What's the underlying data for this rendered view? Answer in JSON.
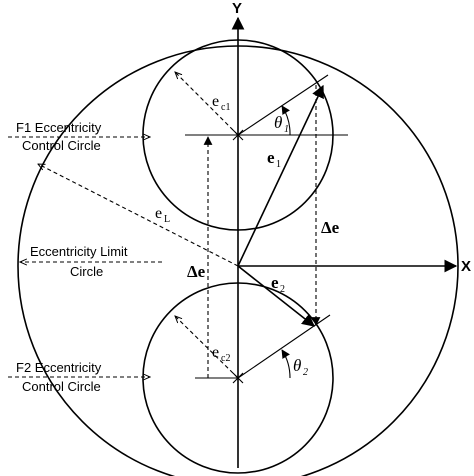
{
  "axes": {
    "x": "X",
    "y": "Y"
  },
  "labels": {
    "f1_line1": "F1 Eccentricity",
    "f1_line2": "Control Circle",
    "limit_line1": "Eccentricity Limit",
    "limit_line2": "Circle",
    "f2_line1": "F2 Eccentricity",
    "f2_line2": "Control Circle"
  },
  "symbols": {
    "e": "e",
    "ec1_sub": "c1",
    "ec2_sub": "c2",
    "eL_sub": "L",
    "e1_sub": "1",
    "e2_sub": "2",
    "delta_e_upper": "Δe",
    "delta_e_lower": "Δe",
    "theta": "θ",
    "theta1_sub": "1",
    "theta2_sub": "2"
  },
  "colors": {
    "ink": "#000000",
    "background": "#ffffff"
  }
}
